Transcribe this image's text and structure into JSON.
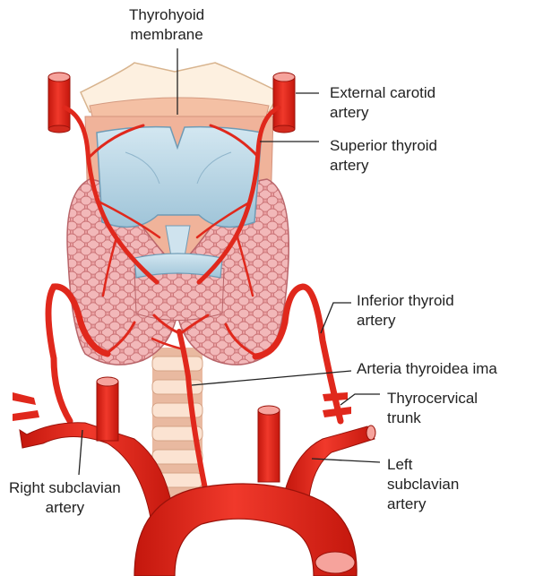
{
  "labels": {
    "thyrohyoid_membrane": "Thyrohyoid\nmembrane",
    "external_carotid": "External carotid\nartery",
    "superior_thyroid": "Superior thyroid\nartery",
    "inferior_thyroid": "Inferior thyroid\nartery",
    "thyroidea_ima": "Arteria thyroidea ima",
    "thyrocervical": "Thyrocervical\ntrunk",
    "left_subclavian": "Left\nsubclavian\nartery",
    "right_subclavian": "Right subclavian\nartery"
  },
  "colors": {
    "artery": "#e8281c",
    "artery_dark": "#b5140c",
    "cartilage": "#b9d6e6",
    "gland": "#e79a9c",
    "membrane": "#fdeee0",
    "trachea_ring": "#f7d9c5"
  }
}
